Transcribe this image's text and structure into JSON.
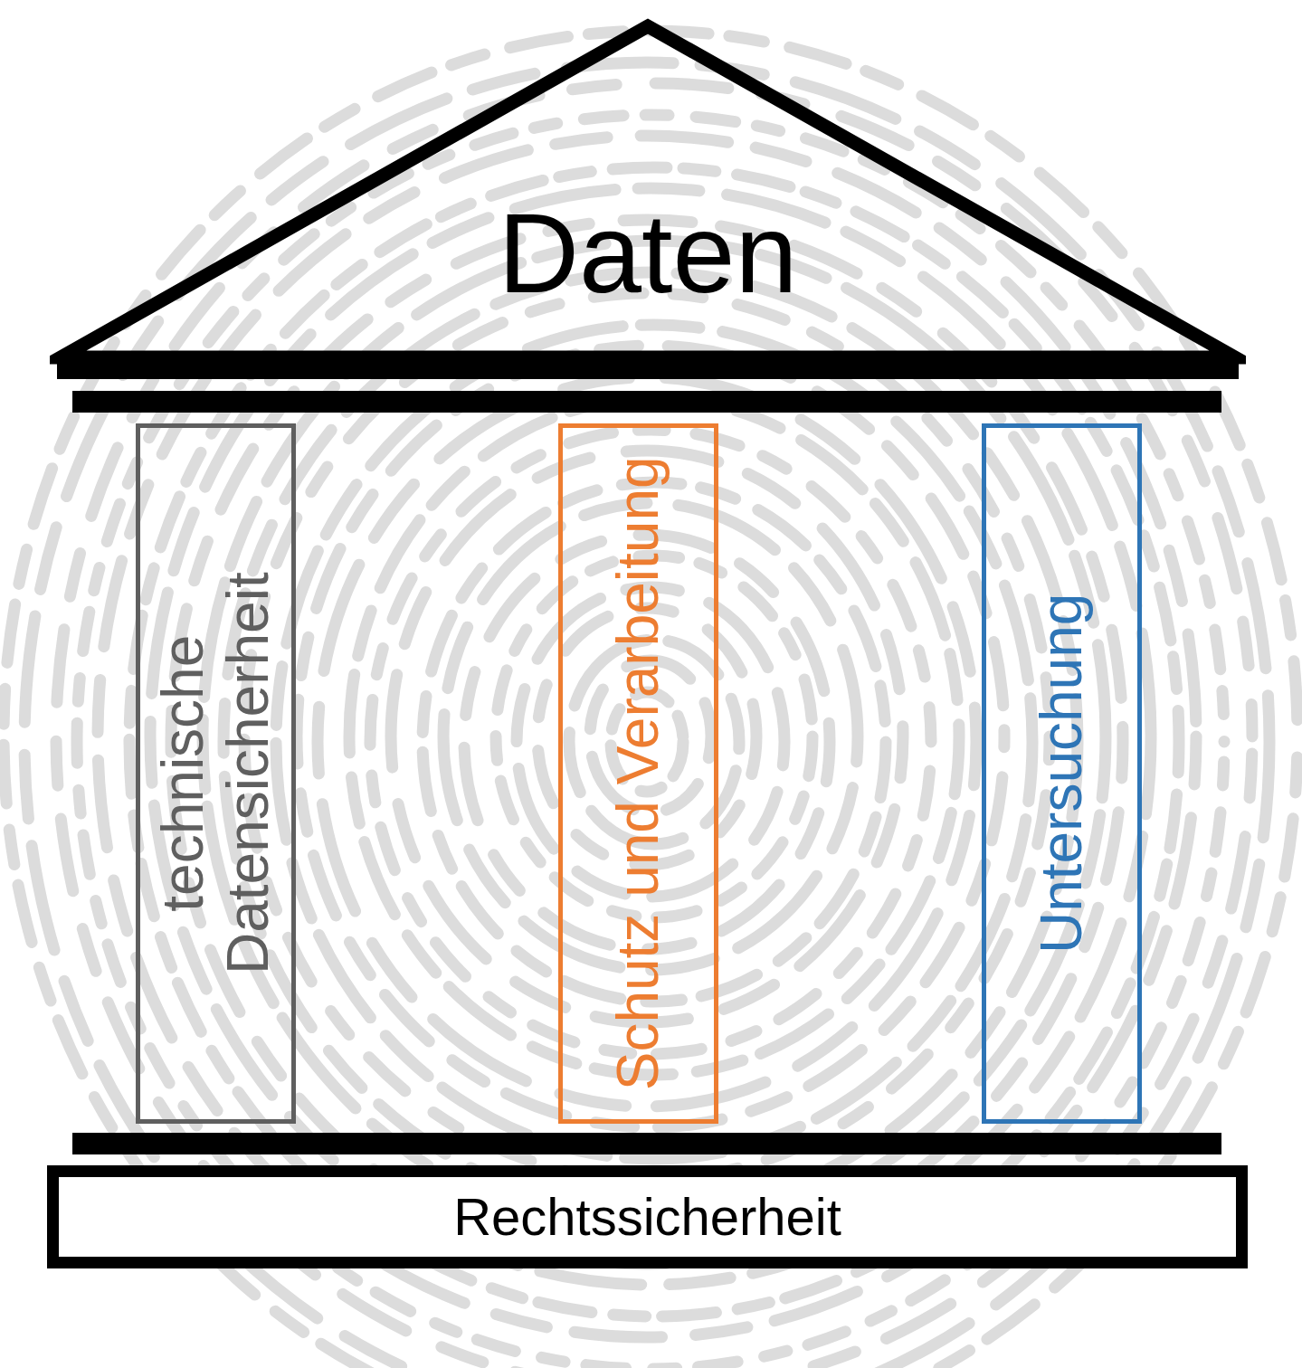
{
  "diagram": {
    "nodes": [
      {
        "text": [
          "Daten"
        ]
      },
      {
        "text": [
          "technische Datensicherheit"
        ]
      },
      {
        "text": [
          "Schutz und Verarbeitung"
        ]
      },
      {
        "text": [
          "Untersuchung"
        ]
      },
      {
        "text": [
          "Rechtssicherheit"
        ]
      }
    ]
  }
}
